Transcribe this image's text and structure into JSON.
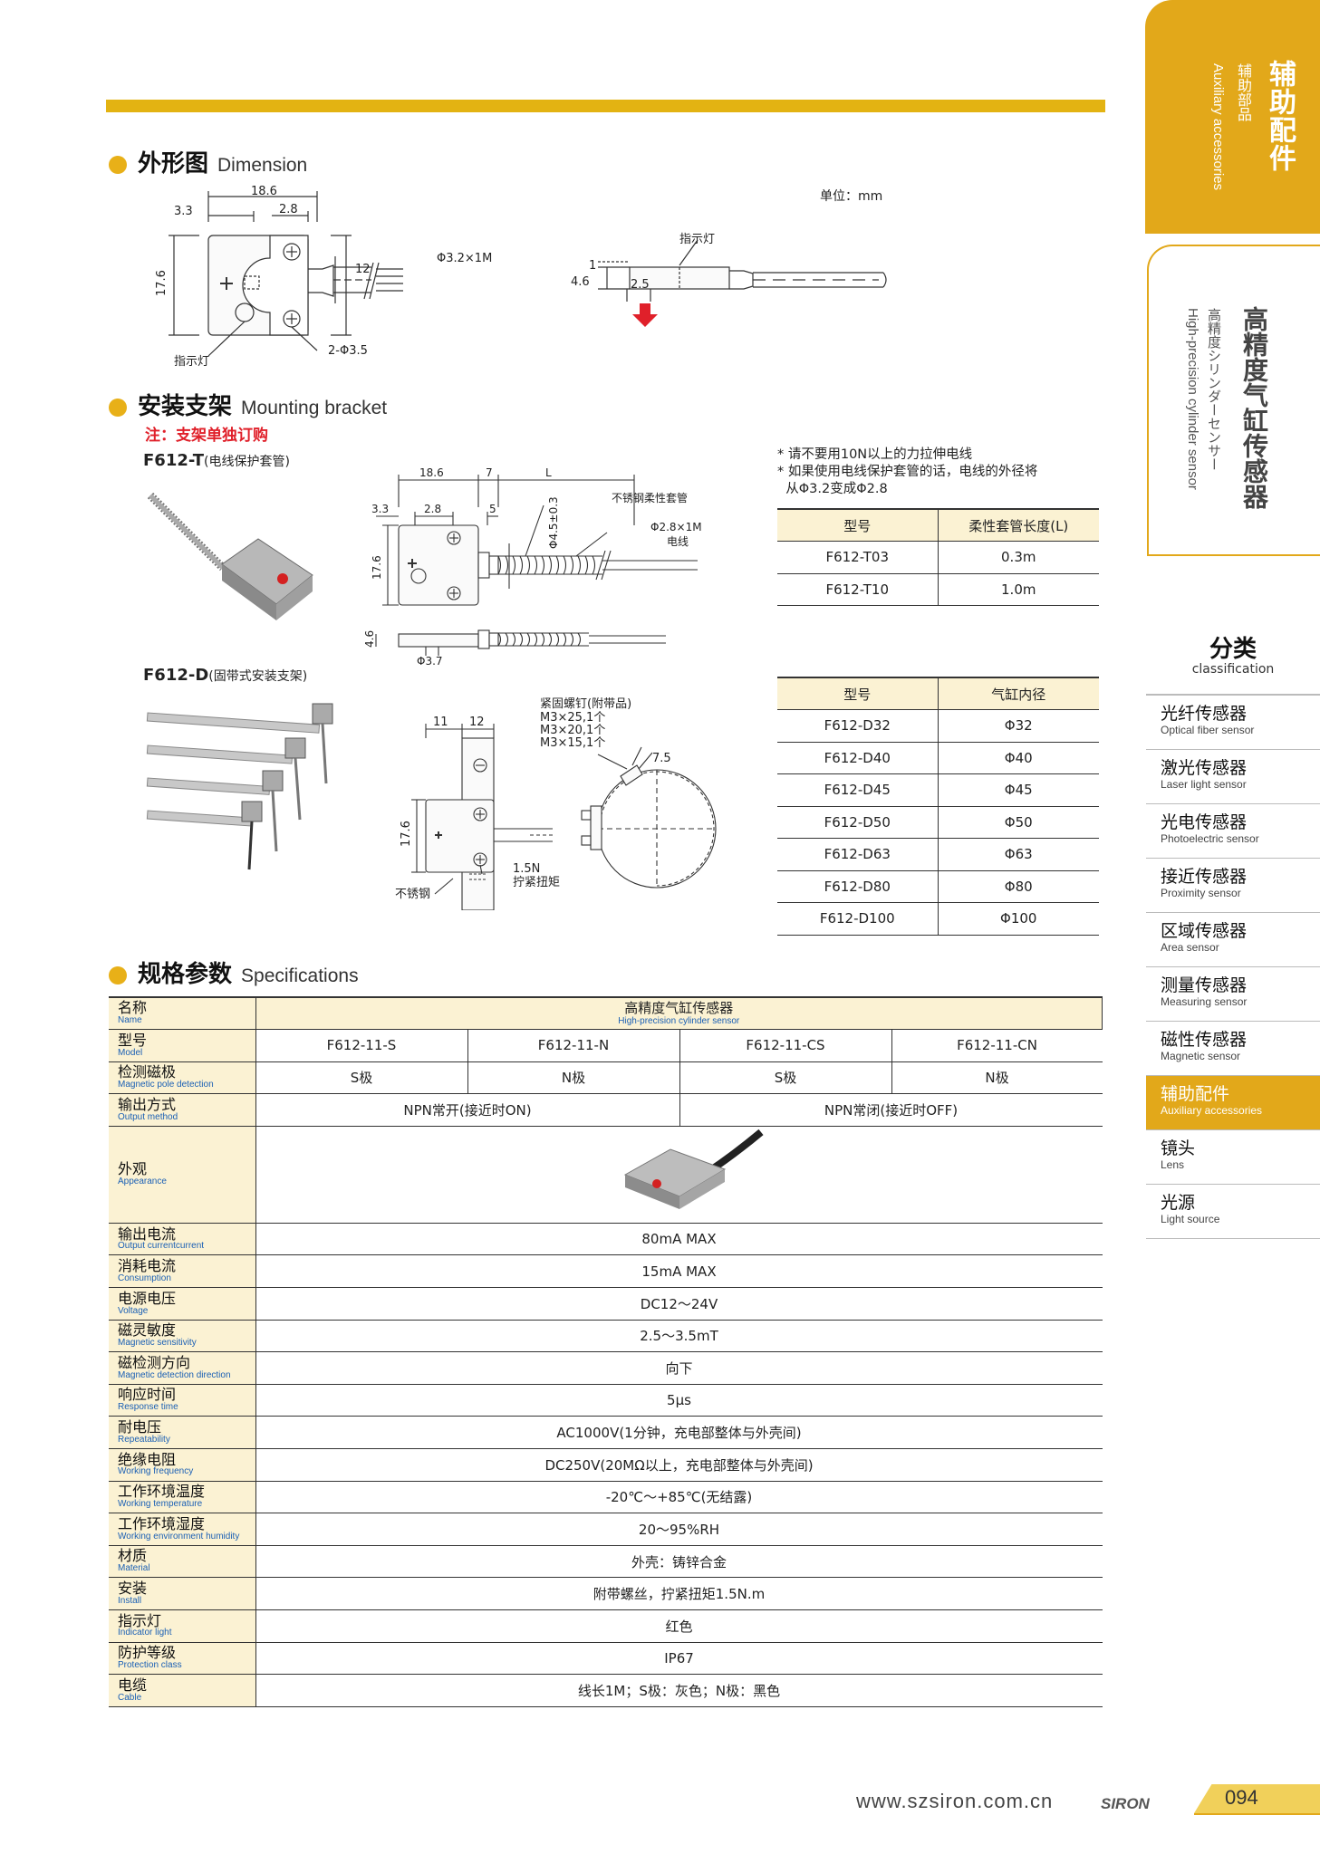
{
  "sidebar": {
    "tab1_cn": "辅助配件",
    "tab1_jp": "辅助部品",
    "tab1_en": "Auxiliary accessories",
    "tab2_cn": "高精度气缸传感器",
    "tab2_jp": "高精度シリンダーセンサー",
    "tab2_en": "High-precision cylinder sensor",
    "class_cn": "分类",
    "class_en": "classification",
    "categories": [
      {
        "cn": "光纤传感器",
        "en": "Optical fiber sensor"
      },
      {
        "cn": "激光传感器",
        "en": "Laser light sensor"
      },
      {
        "cn": "光电传感器",
        "en": "Photoelectric sensor"
      },
      {
        "cn": "接近传感器",
        "en": "Proximity sensor"
      },
      {
        "cn": "区域传感器",
        "en": "Area sensor"
      },
      {
        "cn": "测量传感器",
        "en": "Measuring sensor"
      },
      {
        "cn": "磁性传感器",
        "en": "Magnetic sensor"
      },
      {
        "cn": "辅助配件",
        "en": "Auxiliary accessories"
      },
      {
        "cn": "镜头",
        "en": "Lens"
      },
      {
        "cn": "光源",
        "en": "Light source"
      }
    ]
  },
  "dimension": {
    "title_cn": "外形图",
    "title_en": "Dimension",
    "unit": "单位：mm",
    "labels": {
      "d186": "18.6",
      "d33": "3.3",
      "d28": "2.8",
      "d176": "17.6",
      "d12": "12",
      "phi32": "Φ3.2×1M",
      "indicator": "指示灯",
      "holes": "2-Φ3.5",
      "d1": "1",
      "d46": "4.6",
      "d25": "2.5",
      "indicator2": "指示灯"
    }
  },
  "bracket": {
    "title_cn": "安装支架",
    "title_en": "Mounting bracket",
    "note": "注：支架单独订购",
    "t_model": "F612-T",
    "t_desc": "(电线保护套管)",
    "d_model": "F612-D",
    "d_desc": "(固带式安装支架)",
    "t_labels": {
      "d186": "18.6",
      "d7": "7",
      "L": "L",
      "d33": "3.3",
      "d28": "2.8",
      "d5": "5",
      "phi45": "Φ4.5±0.3",
      "hose": "不锈钢柔性套管",
      "phi28": "Φ2.8×1M",
      "wire": "电线",
      "d176": "17.6",
      "d46": "4.6",
      "phi37": "Φ3.7"
    },
    "d_labels": {
      "d11": "11",
      "d12": "12",
      "screws": "紧固螺钉(附带品)",
      "m1": "M3×25,1个",
      "m2": "M3×20,1个",
      "m3": "M3×15,1个",
      "d75": "7.5",
      "d176": "17.6",
      "torque1": "1.5N",
      "torque2": "拧紧扭矩",
      "steel": "不锈钢"
    },
    "notes": [
      "* 请不要用10N以上的力拉伸电线",
      "* 如果使用电线保护套管的话，电线的外径将",
      "  从Φ3.2变成Φ2.8"
    ],
    "t_table": {
      "head": [
        "型号",
        "柔性套管长度(L)"
      ],
      "rows": [
        [
          "F612-T03",
          "0.3m"
        ],
        [
          "F612-T10",
          "1.0m"
        ]
      ]
    },
    "d_table": {
      "head": [
        "型号",
        "气缸内径"
      ],
      "rows": [
        [
          "F612-D32",
          "Φ32"
        ],
        [
          "F612-D40",
          "Φ40"
        ],
        [
          "F612-D45",
          "Φ45"
        ],
        [
          "F612-D50",
          "Φ50"
        ],
        [
          "F612-D63",
          "Φ63"
        ],
        [
          "F612-D80",
          "Φ80"
        ],
        [
          "F612-D100",
          "Φ100"
        ]
      ]
    }
  },
  "specs": {
    "title_cn": "规格参数",
    "title_en": "Specifications",
    "name_val_cn": "高精度气缸传感器",
    "name_val_en": "High-precision cylinder sensor",
    "models": [
      "F612-11-S",
      "F612-11-N",
      "F612-11-CS",
      "F612-11-CN"
    ],
    "poles": [
      "S极",
      "N极",
      "S极",
      "N极"
    ],
    "outputs": [
      "NPN常开(接近时ON)",
      "NPN常闭(接近时OFF)"
    ],
    "rows": [
      {
        "cn": "名称",
        "en": "Name"
      },
      {
        "cn": "型号",
        "en": "Model"
      },
      {
        "cn": "检测磁极",
        "en": "Magnetic pole detection"
      },
      {
        "cn": "输出方式",
        "en": "Output method"
      },
      {
        "cn": "外观",
        "en": "Appearance"
      },
      {
        "cn": "输出电流",
        "en": "Output currentcurrent",
        "v": "80mA MAX"
      },
      {
        "cn": "消耗电流",
        "en": "Consumption",
        "v": "15mA MAX"
      },
      {
        "cn": "电源电压",
        "en": "Voltage",
        "v": "DC12～24V"
      },
      {
        "cn": "磁灵敏度",
        "en": "Magnetic sensitivity",
        "v": "2.5～3.5mT"
      },
      {
        "cn": "磁检测方向",
        "en": "Magnetic detection direction",
        "v": "向下"
      },
      {
        "cn": "响应时间",
        "en": "Response time",
        "v": "5μs"
      },
      {
        "cn": "耐电压",
        "en": "Repeatability",
        "v": "AC1000V(1分钟，充电部整体与外壳间)"
      },
      {
        "cn": "绝缘电阻",
        "en": "Working frequency",
        "v": "DC250V(20MΩ以上，充电部整体与外壳间)"
      },
      {
        "cn": "工作环境温度",
        "en": "Working temperature",
        "v": "-20℃～+85℃(无结露)"
      },
      {
        "cn": "工作环境湿度",
        "en": "Working environment humidity",
        "v": "20～95%RH"
      },
      {
        "cn": "材质",
        "en": "Material",
        "v": "外壳：铸锌合金"
      },
      {
        "cn": "安装",
        "en": "Install",
        "v": "附带螺丝，拧紧扭矩1.5N.m"
      },
      {
        "cn": "指示灯",
        "en": "Indicator light",
        "v": "红色"
      },
      {
        "cn": "防护等级",
        "en": "Protection class",
        "v": "IP67"
      },
      {
        "cn": "电缆",
        "en": "Cable",
        "v": "线长1M；S极：灰色；N极：黑色"
      }
    ]
  },
  "footer": {
    "url": "www.szsiron.com.cn",
    "logo": "SIRON",
    "page": "094"
  },
  "colors": {
    "accent": "#e2a81a",
    "note_red": "#e0202a",
    "row_bg": "#fbf2d3"
  }
}
